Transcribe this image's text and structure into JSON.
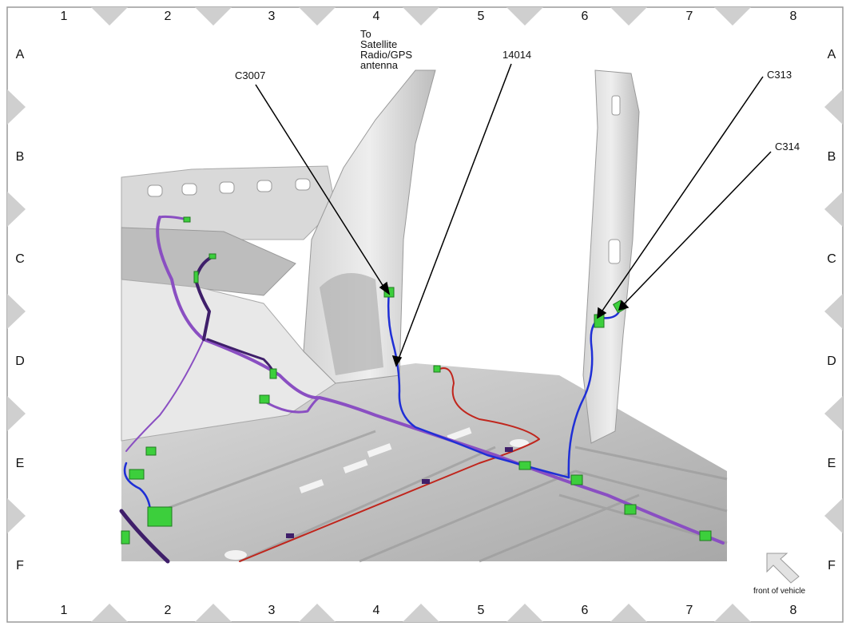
{
  "grid": {
    "columns": [
      "1",
      "2",
      "3",
      "4",
      "5",
      "6",
      "7",
      "8"
    ],
    "rows": [
      "A",
      "B",
      "C",
      "D",
      "E",
      "F"
    ]
  },
  "callouts": {
    "satellite": [
      "To",
      "Satellite",
      "Radio/GPS",
      "antenna"
    ],
    "c3007": "C3007",
    "n14014": "14014",
    "c313": "C313",
    "c314": "C314"
  },
  "orientation": {
    "label": "front of vehicle",
    "icon": "arrow-up-left-icon"
  },
  "colors": {
    "harness_purple": "#8a4fc2",
    "harness_dark_purple": "#3f1f6a",
    "harness_blue": "#1f2fd6",
    "harness_red": "#c0261d",
    "connector_green": "#3ccf3c",
    "body_gray": "#c8c8c8"
  }
}
